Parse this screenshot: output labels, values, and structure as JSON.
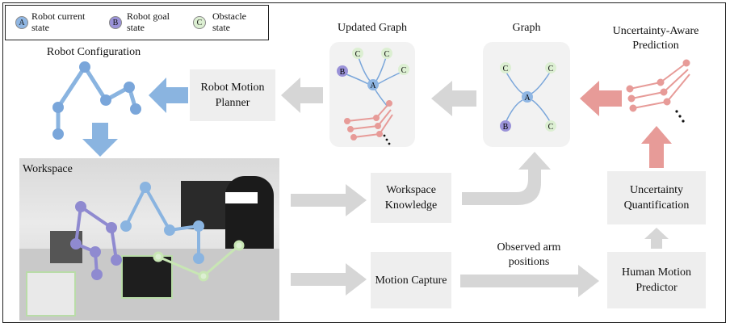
{
  "legend": {
    "robot_current": {
      "letter": "A",
      "label": "Robot current state"
    },
    "robot_goal": {
      "letter": "B",
      "label": "Robot goal state"
    },
    "obstacle": {
      "letter": "C",
      "label": "Obstacle state"
    }
  },
  "labels": {
    "robot_configuration": "Robot Configuration",
    "updated_graph": "Updated Graph",
    "graph": "Graph",
    "uncertainty_aware_prediction": "Uncertainty-Aware Prediction",
    "workspace": "Workspace",
    "observed_arm_positions": "Observed arm positions"
  },
  "boxes": {
    "robot_motion_planner": "Robot Motion Planner",
    "workspace_knowledge": "Workspace Knowledge",
    "motion_capture": "Motion Capture",
    "uncertainty_quantification": "Uncertainty Quantification",
    "human_motion_predictor": "Human Motion Predictor"
  },
  "colors": {
    "blue": "#8ab4e0",
    "node_blue": "#7aa6da",
    "purple": "#8f8ad0",
    "green": "#dcefd2",
    "red": "#e79b98",
    "arrow_gray": "#d4d4d4",
    "box_gray": "#eeeeee"
  }
}
